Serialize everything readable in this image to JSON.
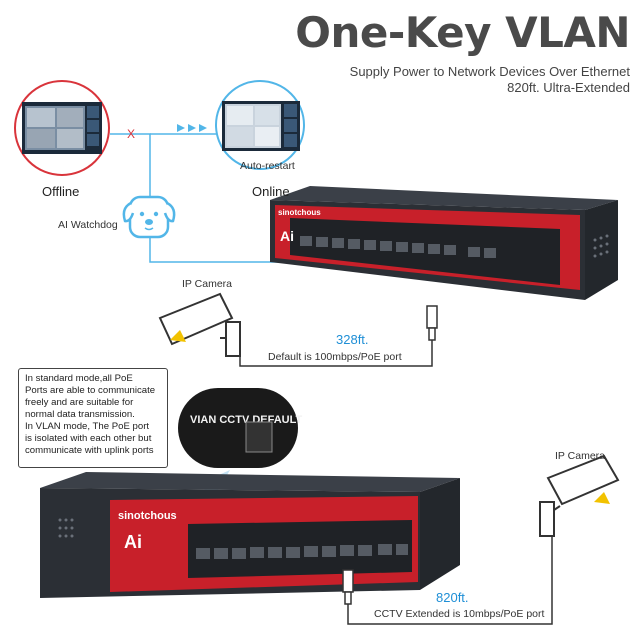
{
  "header": {
    "title": "One-Key VLAN",
    "subtitle_line1": "Supply Power to Network Devices Over Ethernet",
    "subtitle_line2": "820ft. Ultra-Extended"
  },
  "watchdog": {
    "offline_label": "Offline",
    "online_label": "Online",
    "auto_restart_label": "Auto-restart",
    "x_mark": "X",
    "watchdog_label": "AI Watchdog"
  },
  "top_section": {
    "camera_label": "IP Camera",
    "distance": "328ft.",
    "speed_note": "Default is 100mbps/PoE port"
  },
  "bottom_section": {
    "note_lines": [
      "In standard mode,all PoE",
      "Ports are able to communicate",
      "freely and are suitable for",
      "normal data transmission.",
      "In VLAN mode, The PoE port",
      "is isolated with each other but",
      "communicate with uplink ports"
    ],
    "switch_label": "VIAN CCTV DEFAULT",
    "camera_label": "IP Camera",
    "distance": "820ft.",
    "speed_note": "CCTV Extended is 10mbps/PoE port"
  },
  "device": {
    "brand": "sinotchous",
    "logo": "Ai"
  },
  "colors": {
    "accent_blue": "#1f8fd6",
    "switch_red": "#c8202a",
    "switch_body": "#2e3238",
    "line_blue": "#52b6e8"
  }
}
